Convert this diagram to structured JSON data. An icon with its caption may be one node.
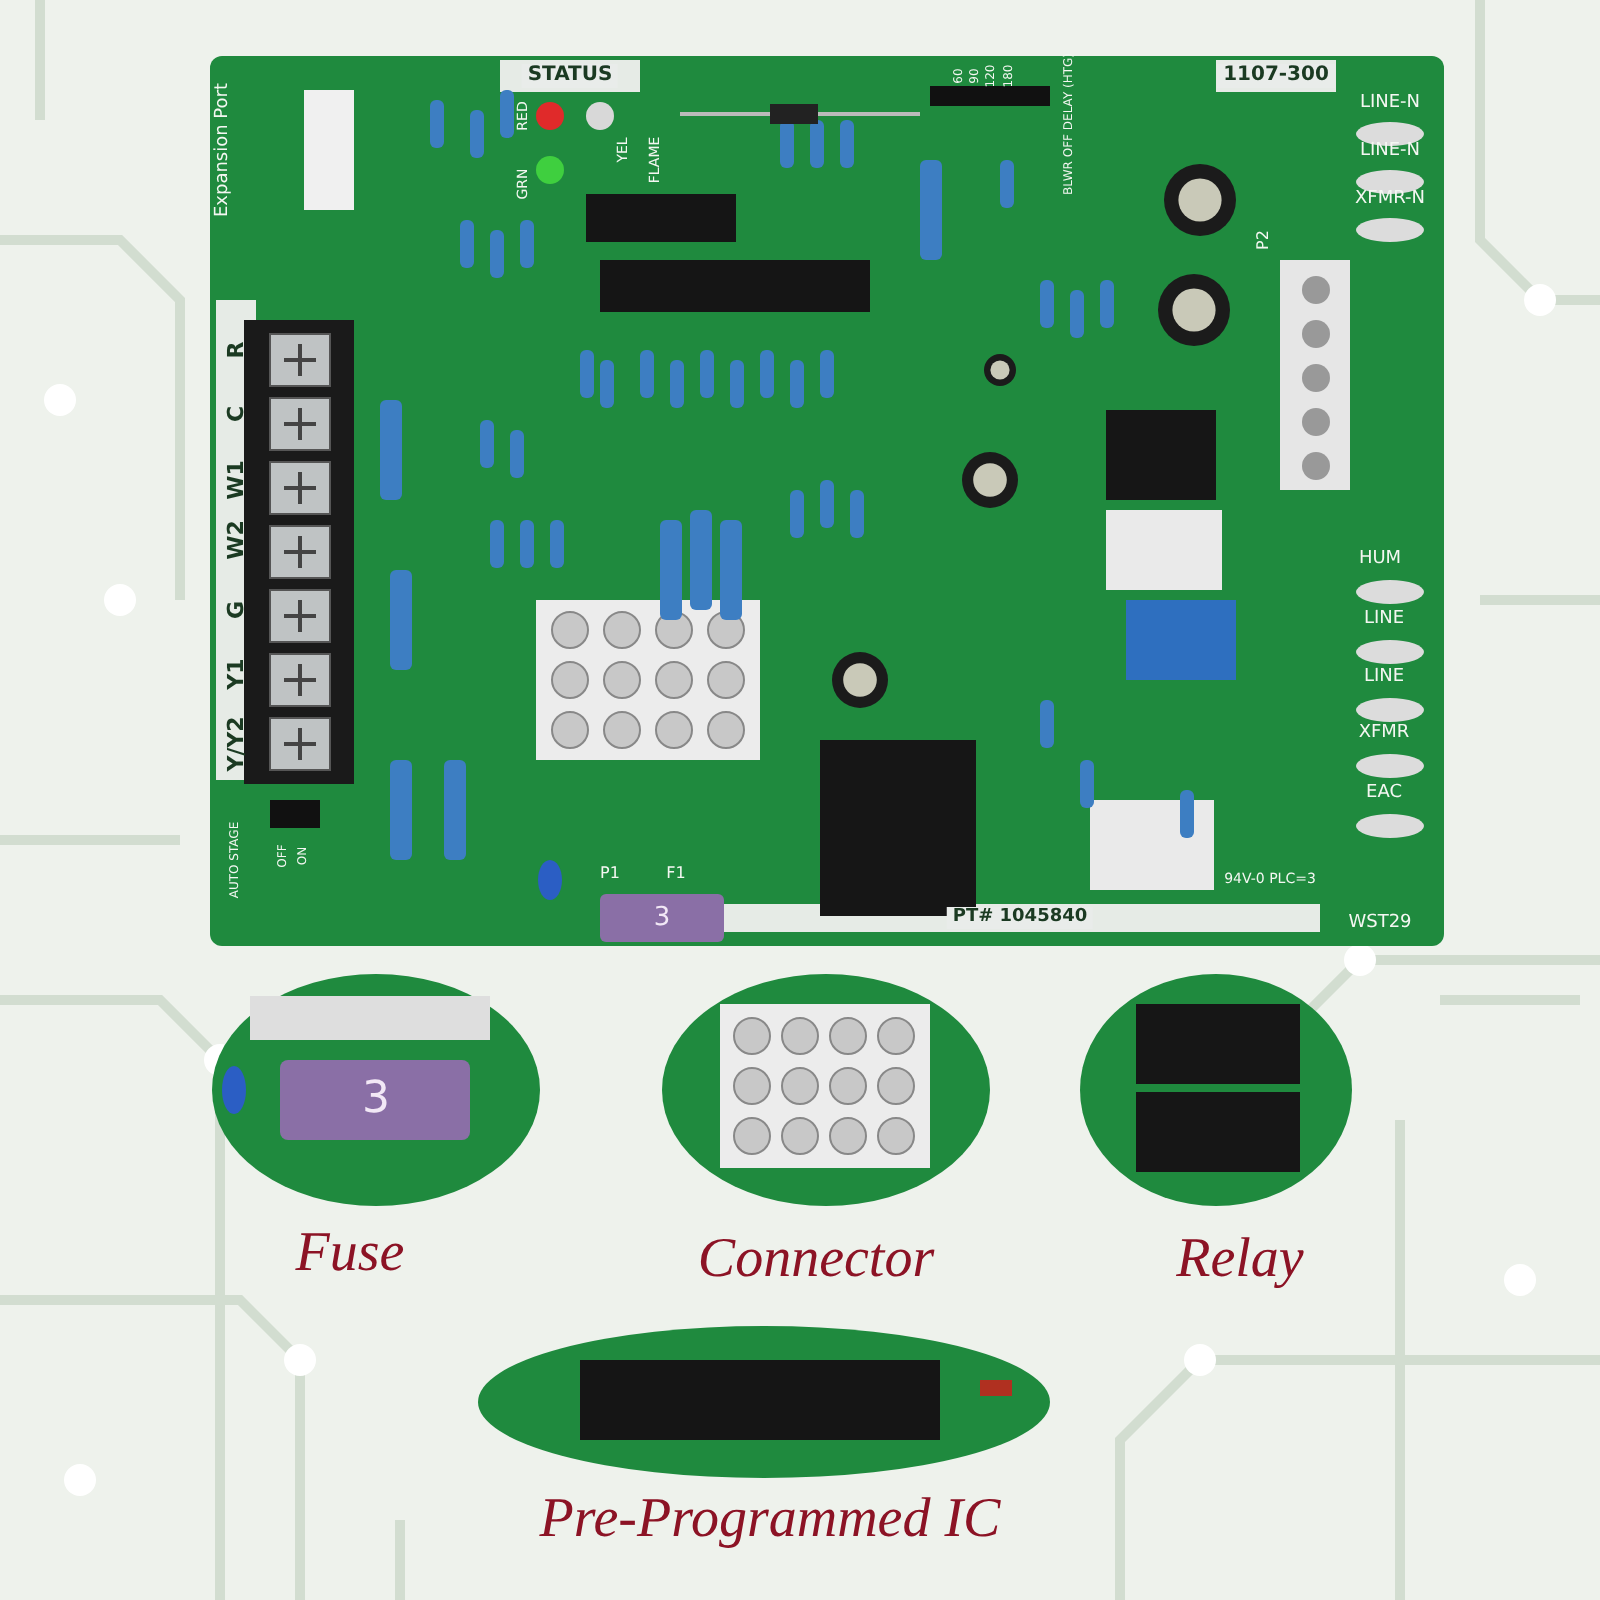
{
  "diagram": {
    "labels": [
      "Expansion Port",
      "STATUS",
      "RED",
      "YEL",
      "FLAME",
      "GRN",
      "60",
      "90",
      "120",
      "180",
      "BLWR OFF DELAY (HTG)",
      "1107-300",
      "LINE-N",
      "LINE-N",
      "XFMR-N",
      "P2",
      "R",
      "C",
      "W1",
      "W2",
      "G",
      "Y1",
      "Y/Y2",
      "HUM",
      "LINE",
      "LINE",
      "XFMR",
      "EAC",
      "AUTO STAGE",
      "OFF",
      "ON",
      "P1",
      "F1",
      "3",
      "PT# 1045840",
      "94V-0 PLC=3",
      "WST29",
      "3",
      "Fuse",
      "Connector",
      "Relay",
      "Pre-Programmed IC"
    ]
  }
}
